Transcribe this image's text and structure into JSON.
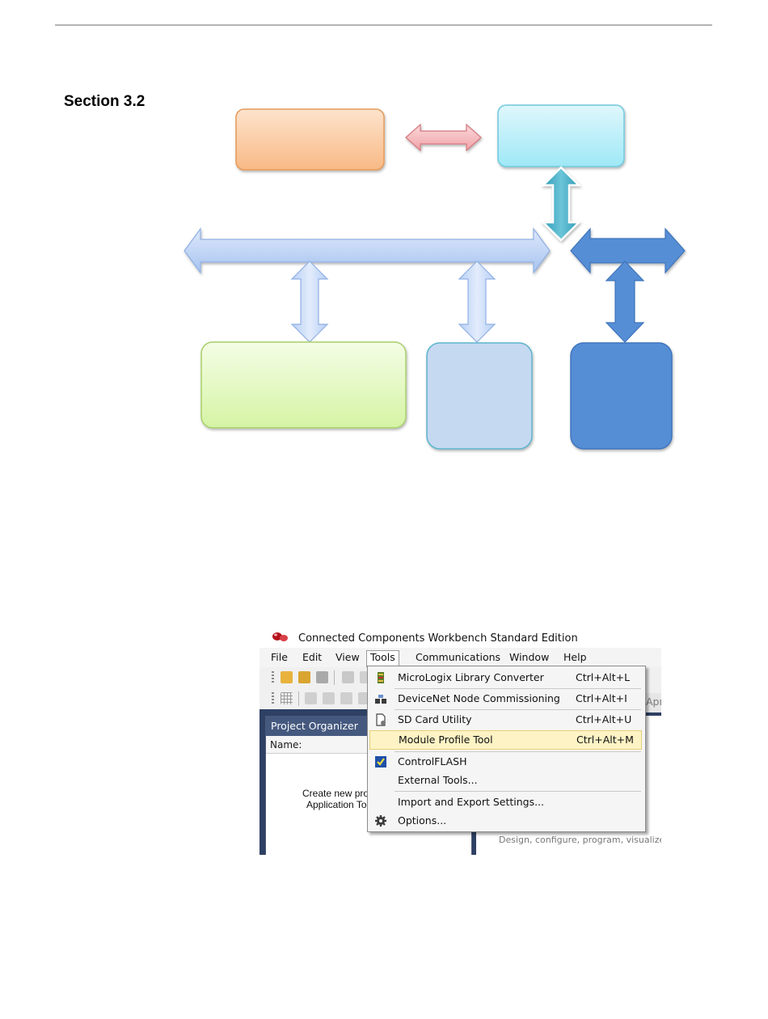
{
  "document": {
    "section_title": "Section 3.2"
  },
  "diagram": {
    "colors": {
      "orange_box": "#f9c9a0",
      "cyan_box": "#b4eef8",
      "green_box": "#e4f9c4",
      "light_blue_box": "#c5d9f1",
      "dark_blue_box": "#558ed5",
      "pink_arrow": "#f4b4b8",
      "teal_arrow": "#4bacc6",
      "bus_arrow": "#c6d9f8",
      "dark_bus_arrow": "#558ed5"
    }
  },
  "app": {
    "title": "Connected Components Workbench Standard Edition",
    "menu": [
      "File",
      "Edit",
      "View",
      "Tools",
      "Communications",
      "Window",
      "Help"
    ],
    "active_menu": "Tools",
    "tools_menu": [
      {
        "label": "MicroLogix Library Converter",
        "shortcut": "Ctrl+Alt+L",
        "icon": "micrologix-icon"
      },
      {
        "label": "DeviceNet Node Commissioning",
        "shortcut": "Ctrl+Alt+I",
        "icon": "devicenet-icon"
      },
      {
        "label": "SD Card Utility",
        "shortcut": "Ctrl+Alt+U",
        "icon": "sd-card-icon"
      },
      {
        "label": "Module Profile Tool",
        "shortcut": "Ctrl+Alt+M",
        "icon": "",
        "highlighted": true
      },
      {
        "label": "ControlFLASH",
        "shortcut": "",
        "icon": "controlflash-icon"
      },
      {
        "label": "External Tools...",
        "shortcut": "",
        "icon": ""
      },
      {
        "label": "Import and Export Settings...",
        "shortcut": "",
        "icon": ""
      },
      {
        "label": "Options...",
        "shortcut": "",
        "icon": "gear-icon"
      }
    ],
    "project_organizer": {
      "header": "Project Organizer",
      "name_label": "Name:",
      "message_line1": "Create new proj",
      "message_line2": "Application Toc"
    },
    "start_page": {
      "partial_tab": "Apı",
      "description": "Design, configure, program, visualize ar"
    }
  }
}
